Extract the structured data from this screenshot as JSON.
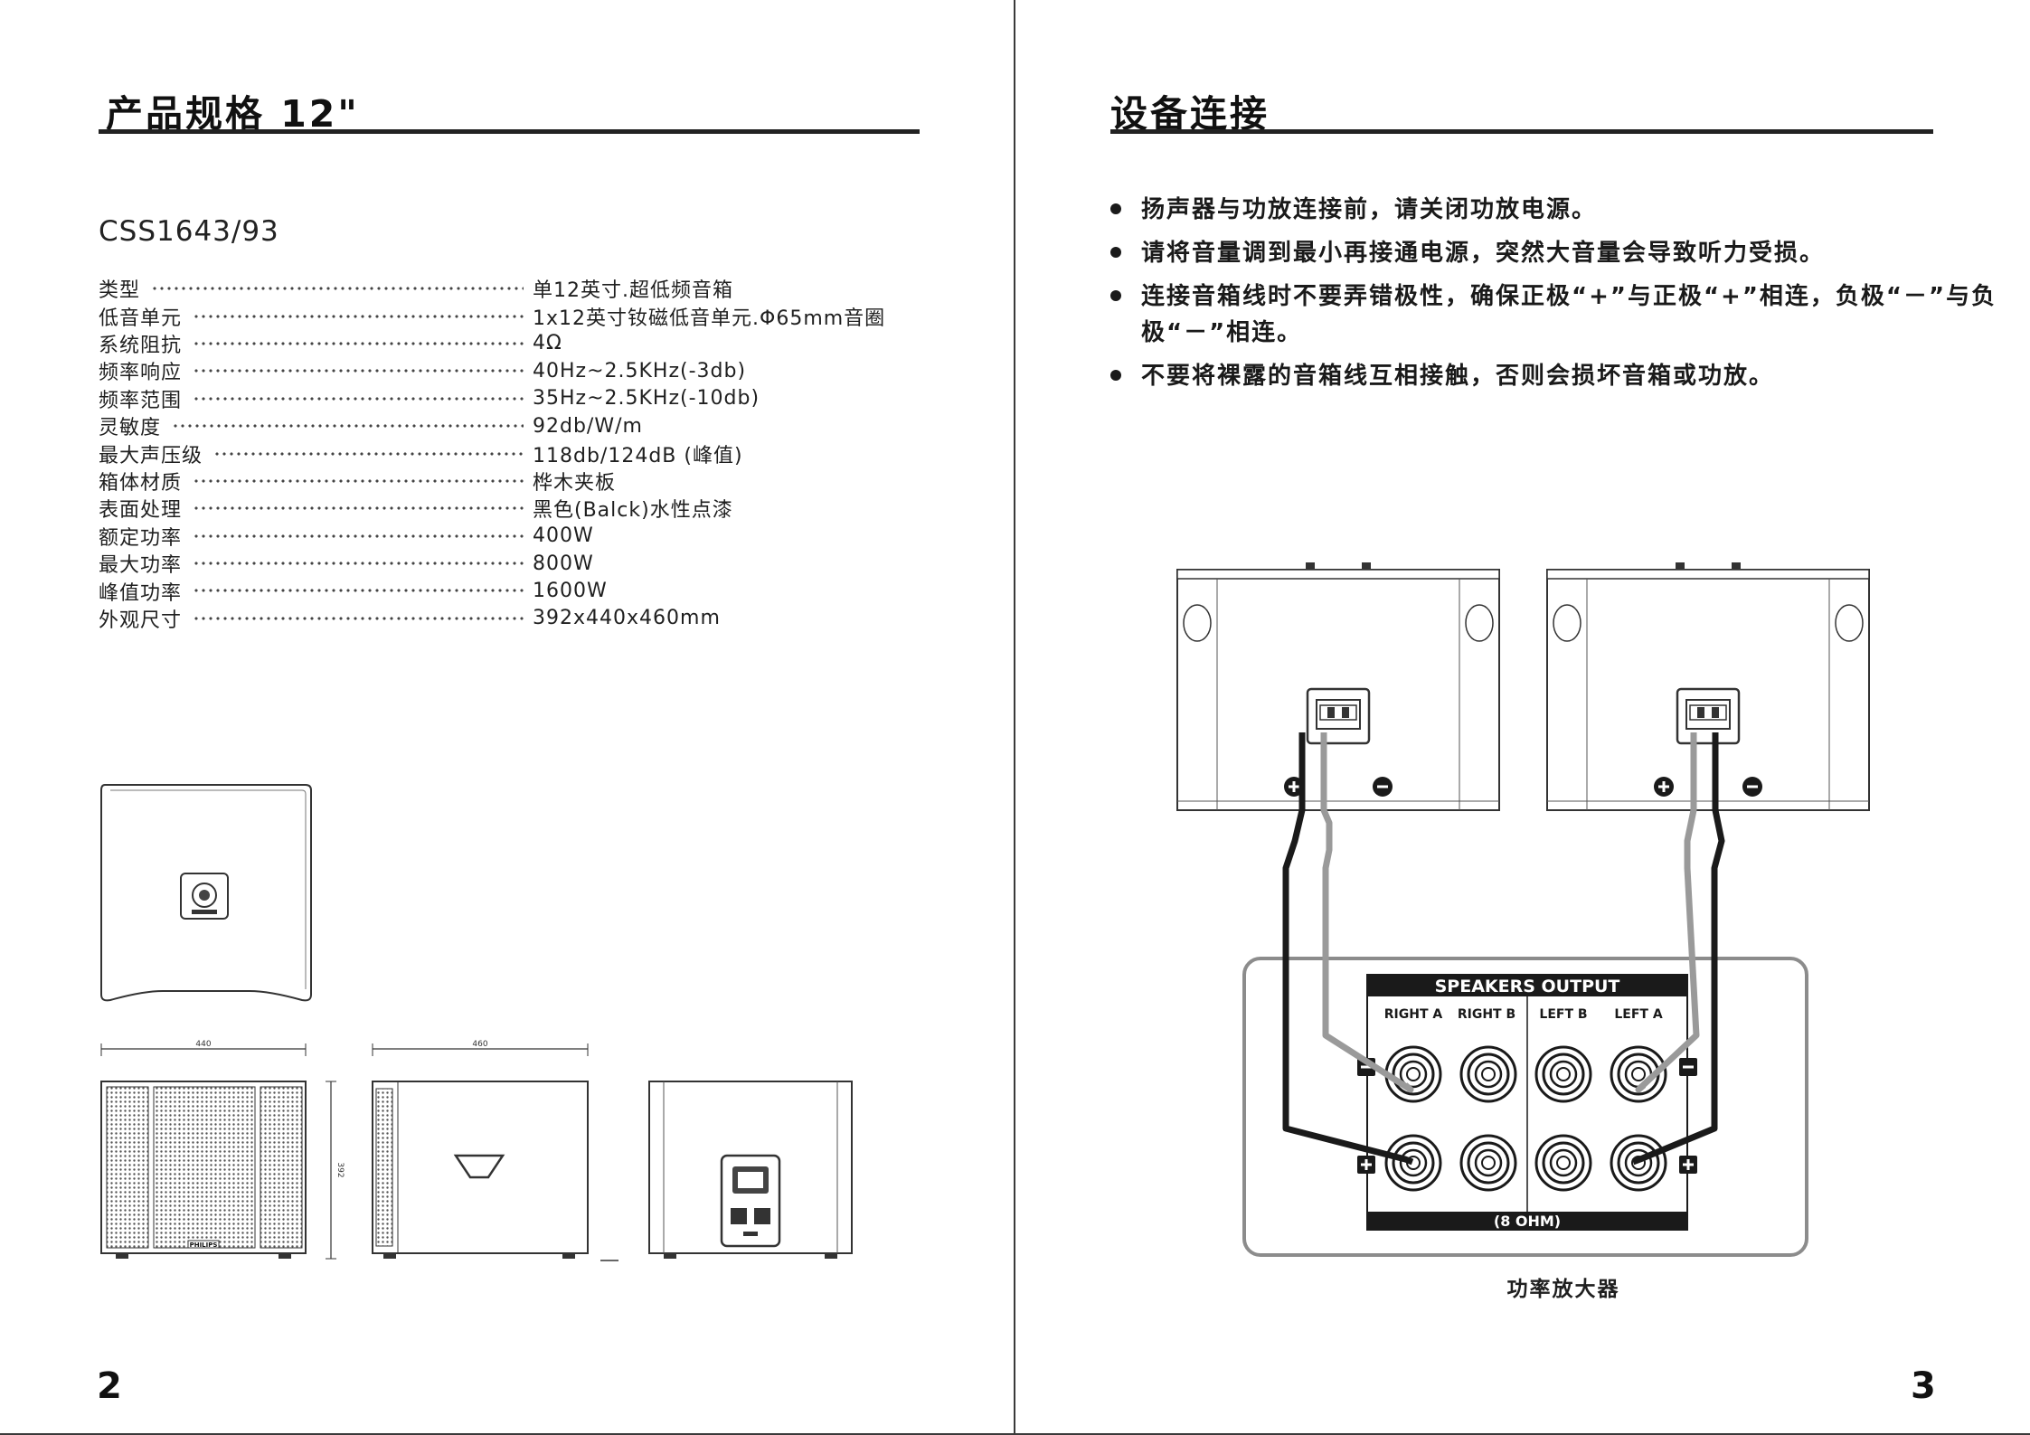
{
  "left_page": {
    "title": "产品规格 12\"",
    "model": "CSS1643/93",
    "specs": [
      {
        "label": "类型",
        "value": "单12英寸.超低频音箱"
      },
      {
        "label": "低音单元",
        "value": "1x12英寸钕磁低音单元.Φ65mm音圈"
      },
      {
        "label": "系统阻抗",
        "value": "4Ω"
      },
      {
        "label": "频率响应",
        "value": "40Hz~2.5KHz(-3db)"
      },
      {
        "label": "频率范围",
        "value": "35Hz~2.5KHz(-10db)"
      },
      {
        "label": "灵敏度",
        "value": "92db/W/m"
      },
      {
        "label": "最大声压级",
        "value": "118db/124dB (峰值)"
      },
      {
        "label": "箱体材质",
        "value": "桦木夹板"
      },
      {
        "label": "表面处理",
        "value": "黑色(Balck)水性点漆"
      },
      {
        "label": "额定功率",
        "value": "400W"
      },
      {
        "label": "最大功率",
        "value": "800W"
      },
      {
        "label": "峰值功率",
        "value": "1600W"
      },
      {
        "label": "外观尺寸",
        "value": "392x440x460mm"
      }
    ],
    "dimensions": {
      "width": "440",
      "depth": "460",
      "height": "392"
    },
    "brand": "PHILIPS",
    "page_number": "2"
  },
  "right_page": {
    "title": "设备连接",
    "notes": [
      "扬声器与功放连接前，请关闭功放电源。",
      "请将音量调到最小再接通电源，突然大音量会导致听力受损。",
      "连接音箱线时不要弄错极性，确保正极“+”与正极“+”相连，负极“－”与负极“－”相连。",
      "不要将裸露的音箱线互相接触，否则会损坏音箱或功放。"
    ],
    "amplifier": {
      "header": "SPEAKERS OUTPUT",
      "channels": [
        "RIGHT A",
        "RIGHT B",
        "LEFT B",
        "LEFT A"
      ],
      "impedance": "(8 OHM)",
      "caption": "功率放大器"
    },
    "page_number": "3"
  },
  "colors": {
    "text": "#1f1f1f",
    "rule": "#222222",
    "wire_positive": "#1a1a1a",
    "wire_negative": "#9a9a9a",
    "panel_border": "#8c8c8c"
  }
}
